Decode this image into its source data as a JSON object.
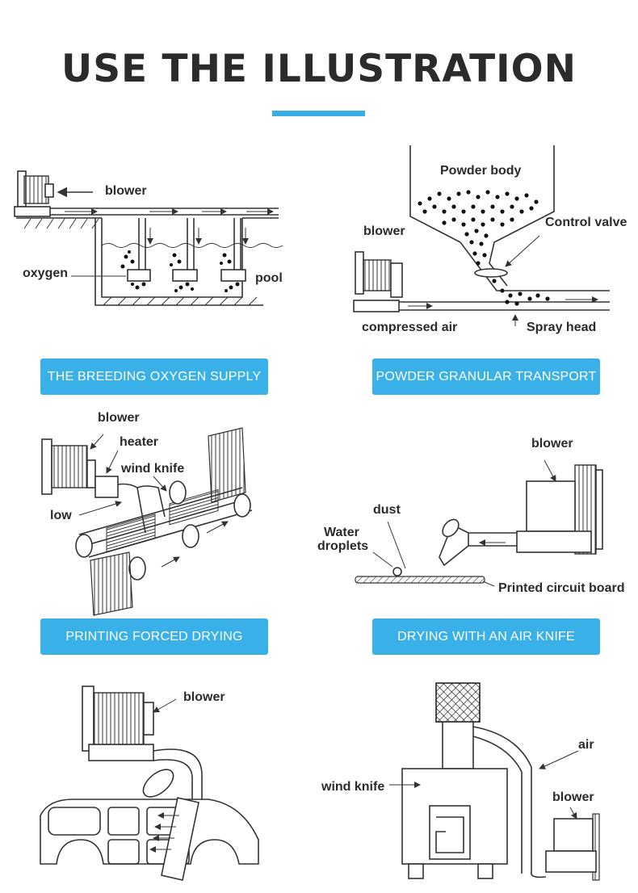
{
  "title": "USE THE ILLUSTRATION",
  "accent_color": "#3aace6",
  "badge_color": "#3ab0e8",
  "panels": {
    "breeding": {
      "badge": "THE BREEDING OXYGEN SUPPLY",
      "labels": {
        "blower": "blower",
        "oxygen": "oxygen",
        "pool": "pool"
      }
    },
    "powder": {
      "badge": "POWDER GRANULAR TRANSPORT",
      "labels": {
        "powder_body": "Powder body",
        "blower": "blower",
        "control_valve": "Control valve",
        "compressed_air": "compressed air",
        "spray_head": "Spray head"
      }
    },
    "printing": {
      "badge": "PRINTING FORCED DRYING",
      "labels": {
        "blower": "blower",
        "heater": "heater",
        "wind_knife": "wind knife",
        "low": "low"
      }
    },
    "airknife": {
      "badge": "DRYING WITH AN AIR KNIFE",
      "labels": {
        "blower": "blower",
        "dust": "dust",
        "water_line1": "Water",
        "water_line2": "droplets",
        "pcb": "Printed circuit board"
      }
    },
    "car": {
      "labels": {
        "blower": "blower"
      }
    },
    "machine": {
      "labels": {
        "air": "air",
        "wind_knife": "wind knife",
        "blower": "blower"
      }
    }
  },
  "icons": [
    "blower-icon",
    "arrow-icon",
    "pipe-icon",
    "pool-icon",
    "hopper-icon",
    "roller-icon",
    "car-body-icon",
    "machine-icon"
  ]
}
